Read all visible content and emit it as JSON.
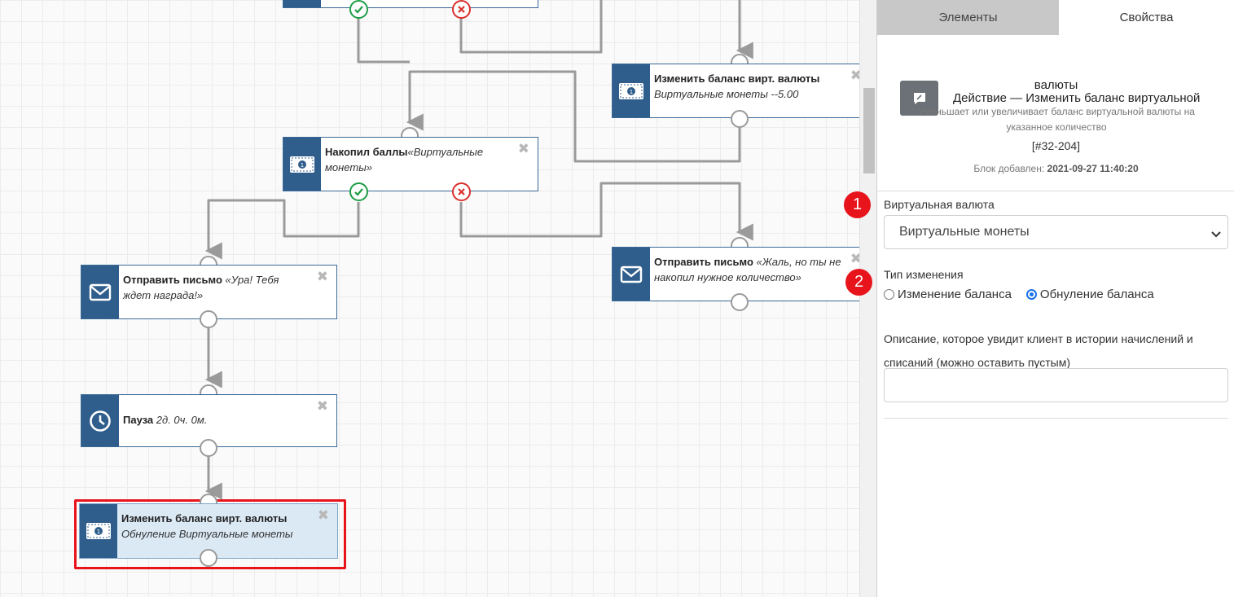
{
  "canvas": {
    "nodes": {
      "change_balance_top": {
        "title": "Изменить баланс вирт. валюты",
        "subtitle": "Виртуальные монеты --5.00",
        "close": "✖"
      },
      "accumulated": {
        "title": "Накопил баллы",
        "subtitle": "«Виртуальные монеты»",
        "close": "✖"
      },
      "send_email_ok": {
        "title": "Отправить письмо",
        "subtitle": "«Ура! Тебя ждет награда!»",
        "close": "✖"
      },
      "send_email_fail": {
        "title": "Отправить письмо",
        "subtitle": "«Жаль, но ты не накопил нужное количество»",
        "close": "✖"
      },
      "pause": {
        "title": "Пауза",
        "subtitle": "2д. 0ч. 0м.",
        "close": "✖"
      },
      "change_balance_selected": {
        "title": "Изменить баланс вирт. валюты",
        "subtitle": "Обнуление Виртуальные монеты",
        "close": "✖"
      }
    }
  },
  "panel": {
    "tabs": [
      {
        "label": "Элементы",
        "active": false
      },
      {
        "label": "Свойства",
        "active": true
      }
    ],
    "header": {
      "title_line1": "Действие — Изменить баланс виртуальной",
      "title_line2": "валюты",
      "description": "Уменьшает или увеличивает баланс виртуальной валюты на указанное количество",
      "block_id": "[#32-204]",
      "added_label": "Блок добавлен:",
      "added_value": "2021-09-27 11:40:20"
    },
    "currency": {
      "label": "Виртуальная валюта",
      "selected": "Виртуальные монеты"
    },
    "change_type": {
      "label": "Тип изменения",
      "options": [
        {
          "label": "Изменение баланса",
          "checked": false
        },
        {
          "label": "Обнуление баланса",
          "checked": true
        }
      ]
    },
    "description_field": {
      "label": "Описание, которое увидит клиент в истории начислений и списаний (можно оставить пустым)",
      "value": ""
    }
  },
  "markers": [
    "1",
    "2"
  ],
  "colors": {
    "node_icon_bg": "#2f5d8c",
    "accent_red": "#e8141c",
    "ok_green": "#1f9d46",
    "fail_red": "#d9302c"
  }
}
